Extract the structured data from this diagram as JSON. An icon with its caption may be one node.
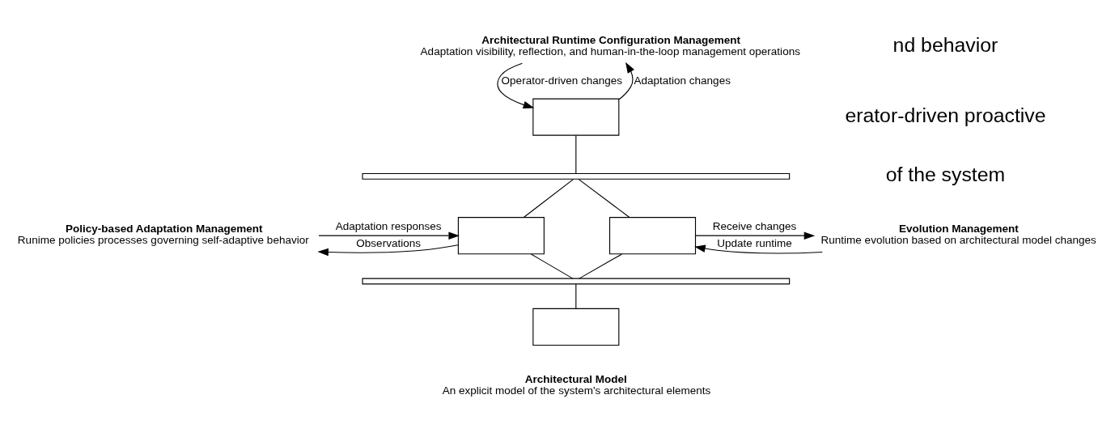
{
  "diagram": {
    "nodes": [
      {
        "text": [
          "Architectural Runtime Configuration Management",
          "Adaptation visibility, reflection, and human-in-the-loop management operations"
        ]
      },
      {
        "text": [
          "Policy-based Adaptation Management",
          "Runime policies processes governing self-adaptive behavior"
        ]
      },
      {
        "text": [
          "Evolution Management",
          "Runtime evolution based on architectural model changes"
        ]
      },
      {
        "text": [],
        "shape": "box"
      },
      {
        "text": [],
        "shape": "bar"
      },
      {
        "text": [],
        "shape": "box"
      },
      {
        "text": [],
        "shape": "box"
      },
      {
        "text": [],
        "shape": "bar"
      },
      {
        "text": [],
        "shape": "box",
        "beside": [
          "Architectural Model",
          "An explicit model of the system's architectural elements"
        ]
      }
    ],
    "edges": [
      {
        "from": 3,
        "to": 0,
        "arrow": "to",
        "label": "Adaptation changes"
      },
      {
        "from": 0,
        "to": 3,
        "arrow": "to",
        "label": "Operator-driven changes"
      },
      {
        "from": 1,
        "to": 5,
        "arrow": "to",
        "label": "Adaptation responses"
      },
      {
        "from": 5,
        "to": 1,
        "arrow": "to",
        "label": "Observations"
      },
      {
        "from": 6,
        "to": 2,
        "arrow": "to",
        "label": "Receive changes"
      },
      {
        "from": 2,
        "to": 6,
        "arrow": "to",
        "label": "Update runtime"
      },
      {
        "from": 3,
        "to": 4,
        "arrow": "none"
      },
      {
        "from": 4,
        "to": 5,
        "arrow": "none"
      },
      {
        "from": 4,
        "to": 6,
        "arrow": "none"
      },
      {
        "from": 5,
        "to": 7,
        "arrow": "none"
      },
      {
        "from": 6,
        "to": 7,
        "arrow": "none"
      },
      {
        "from": 7,
        "to": 8,
        "arrow": "none"
      }
    ],
    "labels": [
      "nd behavior",
      "erator-driven proactive",
      "of the system"
    ]
  }
}
